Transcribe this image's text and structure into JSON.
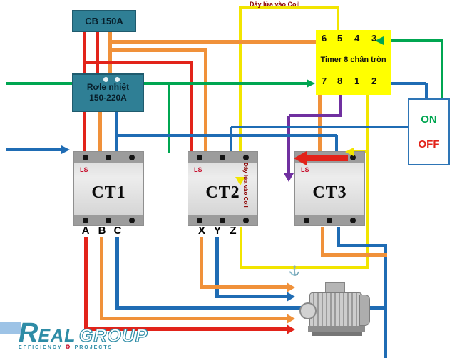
{
  "diagram": {
    "cb_label": "CB 150A",
    "relay": {
      "line1": "Rơle nhiệt",
      "line2": "150-220A"
    },
    "timer": {
      "title": "Timer 8 chân tròn",
      "top_pins": [
        "6",
        "5",
        "4",
        "3"
      ],
      "bottom_pins": [
        "7",
        "8",
        "1",
        "2"
      ]
    },
    "switch": {
      "on_label": "ON",
      "off_label": "OFF"
    },
    "contactors": [
      {
        "name": "CT1",
        "brand": "LS"
      },
      {
        "name": "CT2",
        "brand": "LS"
      },
      {
        "name": "CT3",
        "brand": "LS"
      }
    ],
    "phases_ct1": [
      "A",
      "B",
      "C"
    ],
    "phases_ct2": [
      "X",
      "Y",
      "Z"
    ],
    "coil_label_top": "Dây lửa vào Coil",
    "coil_label_side": "Dây lửa vào Coil",
    "logo": {
      "initial": "R",
      "rest": "EAL",
      "group": "GROUP",
      "tag_left": "EFFICIENCY",
      "tag_right": "PROJECTS"
    }
  },
  "icons": {
    "blue_mark": "⚓",
    "gear": "⚙"
  },
  "colors": {
    "red": "#e2231a",
    "orange": "#f0913a",
    "blue": "#1f6cb4",
    "green": "#00a651",
    "yellow": "#f2e500",
    "purple": "#7030a0",
    "teal_box": "#2f7f95",
    "timer_yellow": "#ffff00",
    "logo_teal": "#2e8ca6"
  }
}
